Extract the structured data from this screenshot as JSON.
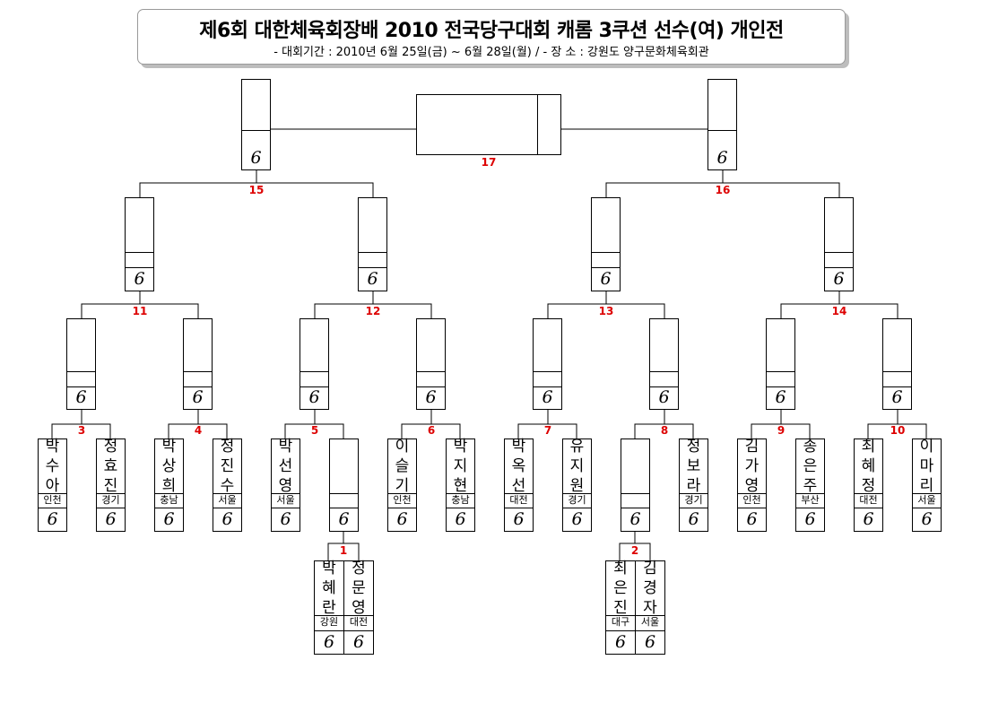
{
  "header": {
    "title": "제6회 대한체육회장배 2010 전국당구대회 캐롬 3쿠션 선수(여) 개인전",
    "subtitle": "- 대회기간 : 2010년 6월 25일(금) ~ 6월 28일(월)  /  - 장 소 : 강원도 양구문화체육회관"
  },
  "score_glyph": "6",
  "match_numbers": {
    "m1": "1",
    "m2": "2",
    "m3": "3",
    "m4": "4",
    "m5": "5",
    "m6": "6",
    "m7": "7",
    "m8": "8",
    "m9": "9",
    "m10": "10",
    "m11": "11",
    "m12": "12",
    "m13": "13",
    "m14": "14",
    "m15": "15",
    "m16": "16",
    "m17": "17"
  },
  "players": {
    "p1": {
      "name": "박수아",
      "region": "인천"
    },
    "p2": {
      "name": "정효진",
      "region": "경기"
    },
    "p3": {
      "name": "박상희",
      "region": "충남"
    },
    "p4": {
      "name": "정진수",
      "region": "서울"
    },
    "p5": {
      "name": "박선영",
      "region": "서울"
    },
    "p7": {
      "name": "이슬기",
      "region": "인천"
    },
    "p8": {
      "name": "박지현",
      "region": "충남"
    },
    "p9": {
      "name": "박옥선",
      "region": "대전"
    },
    "p10": {
      "name": "유지원",
      "region": "경기"
    },
    "p12": {
      "name": "정보라",
      "region": "경기"
    },
    "p13": {
      "name": "김가영",
      "region": "인천"
    },
    "p14": {
      "name": "송은주",
      "region": "부산"
    },
    "p15": {
      "name": "최혜정",
      "region": "대전"
    },
    "p16": {
      "name": "이마리",
      "region": "서울"
    },
    "q1": {
      "name": "박혜란",
      "region": "강원"
    },
    "q2": {
      "name": "정문영",
      "region": "대전"
    },
    "q3": {
      "name": "최은진",
      "region": "대구"
    },
    "q4": {
      "name": "김경자",
      "region": "서울"
    }
  }
}
